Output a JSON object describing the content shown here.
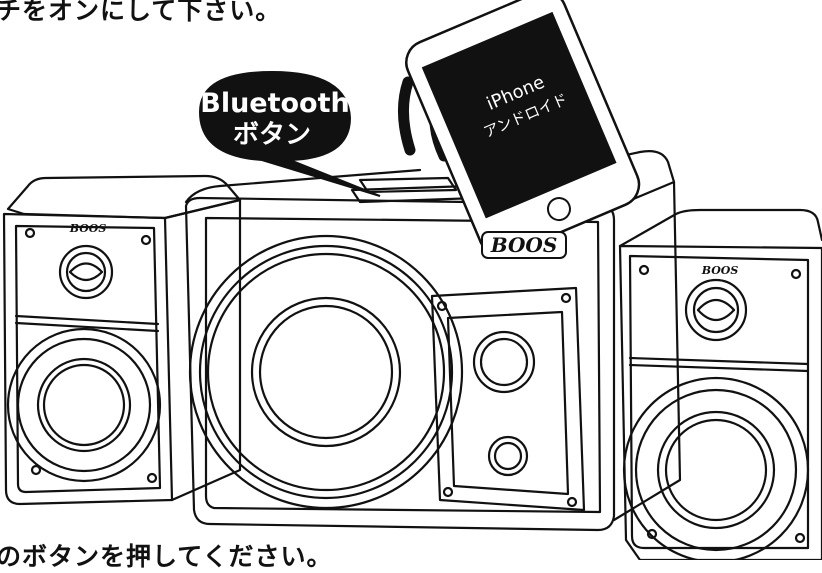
{
  "captions": {
    "top": "チをオンにして下さい。",
    "bottom": "のボタンを押してください。"
  },
  "bubble": {
    "line1": "Bluetooth",
    "line2": "ボタン"
  },
  "phone": {
    "line1": "iPhone",
    "line2": "アンドロイド"
  },
  "brand": {
    "center": "BOOS",
    "left": "BOOS",
    "right": "BOOS"
  },
  "colors": {
    "line": "#111111",
    "bubble": "#111111",
    "screen": "#111111"
  }
}
